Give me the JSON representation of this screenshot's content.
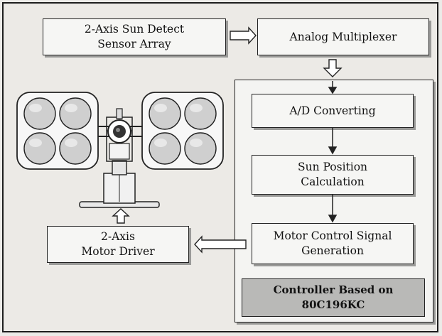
{
  "diagram": {
    "sensor_array": "2-Axis Sun Detect\nSensor Array",
    "multiplexer": "Analog Multiplexer",
    "ad_converting": "A/D Converting",
    "sun_position": "Sun Position\nCalculation",
    "motor_control": "Motor Control Signal\nGeneration",
    "controller": "Controller Based on\n80C196KC",
    "motor_driver": "2-Axis\nMotor Driver"
  },
  "colors": {
    "border": "#222222",
    "box_fill": "#f6f6f4",
    "controller_label_fill": "#b9b9b7",
    "panel_fill": "#f7f7f7",
    "cell_fill": "#cfcfcf"
  },
  "icons": {
    "tracker": "solar-tracker-illustration",
    "hollow_arrows": "hollow-block-arrow",
    "flow_arrows": "solid-arrow-down"
  }
}
